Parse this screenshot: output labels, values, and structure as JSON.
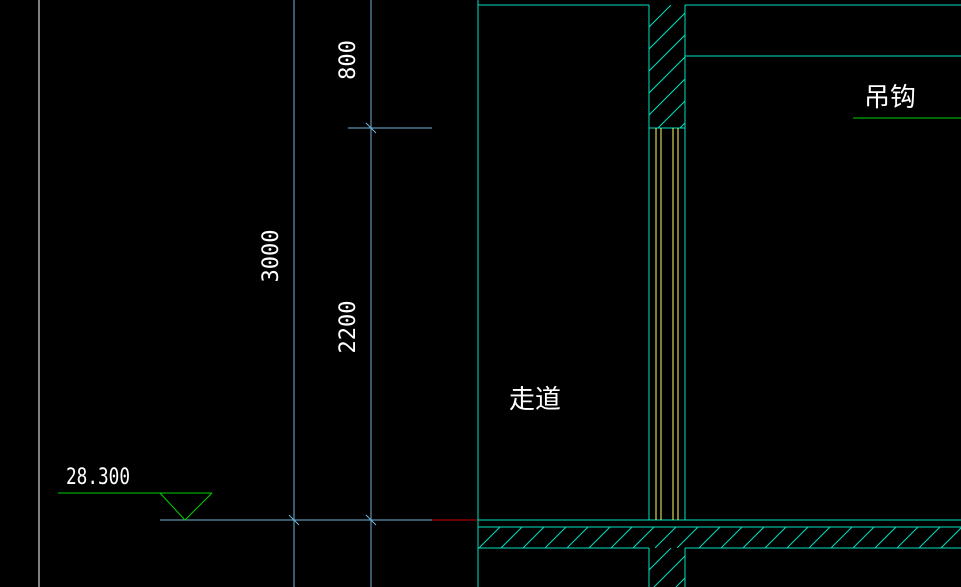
{
  "dimensions": {
    "total": "3000",
    "upper": "800",
    "lower": "2200"
  },
  "elevation": {
    "value": "28.300"
  },
  "labels": {
    "corridor": "走道",
    "hook": "吊钩"
  },
  "colors": {
    "background": "#000000",
    "wall": "#00e0c0",
    "dimension": "#6fb3d8",
    "elevation": "#00d000",
    "window": "#ffff66",
    "text": "#ffffff",
    "marker": "#d00000",
    "hatch": "#00e0c0"
  }
}
